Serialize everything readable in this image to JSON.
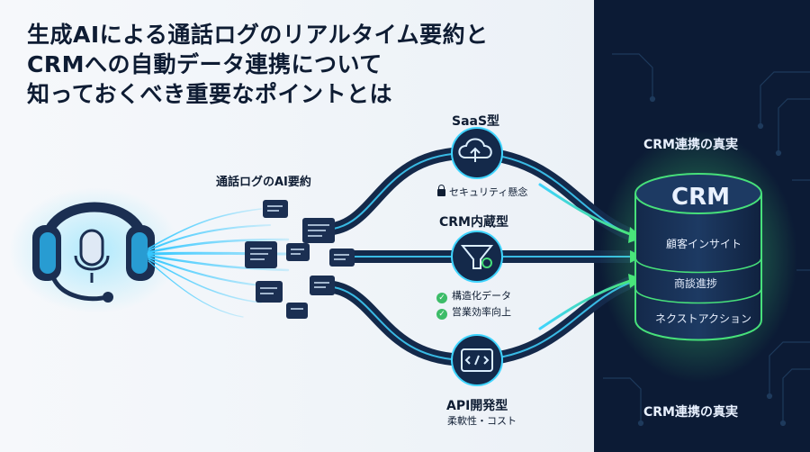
{
  "title": {
    "lines": [
      "生成AIによる通話ログのリアルタイム要約と",
      "CRMへの自動データ連携について",
      "知っておくべき重要なポイントとは"
    ]
  },
  "call_log_label": "通話ログのAI要約",
  "paths": {
    "saas": {
      "label": "SaaS型",
      "note": "セキュリティ懸念",
      "note_icon": "lock-icon",
      "icon": "cloud-upload-icon"
    },
    "crm_builtin": {
      "label": "CRM内蔵型",
      "items": [
        "構造化データ",
        "営業効率向上"
      ],
      "icon": "funnel-gear-icon"
    },
    "api": {
      "label": "API開発型",
      "note": "柔軟性・コスト",
      "icon": "code-window-icon"
    }
  },
  "crm": {
    "label": "CRM",
    "header": "CRM連携の真実",
    "footer": "CRM連携の真実",
    "layers": [
      "顧客インサイト",
      "商談進捗",
      "ネクストアクション"
    ]
  },
  "colors": {
    "dark_panel": "#0c1b35",
    "accent_cyan": "#27c3ff",
    "accent_green": "#47e07a",
    "pipe": "#14294a"
  }
}
